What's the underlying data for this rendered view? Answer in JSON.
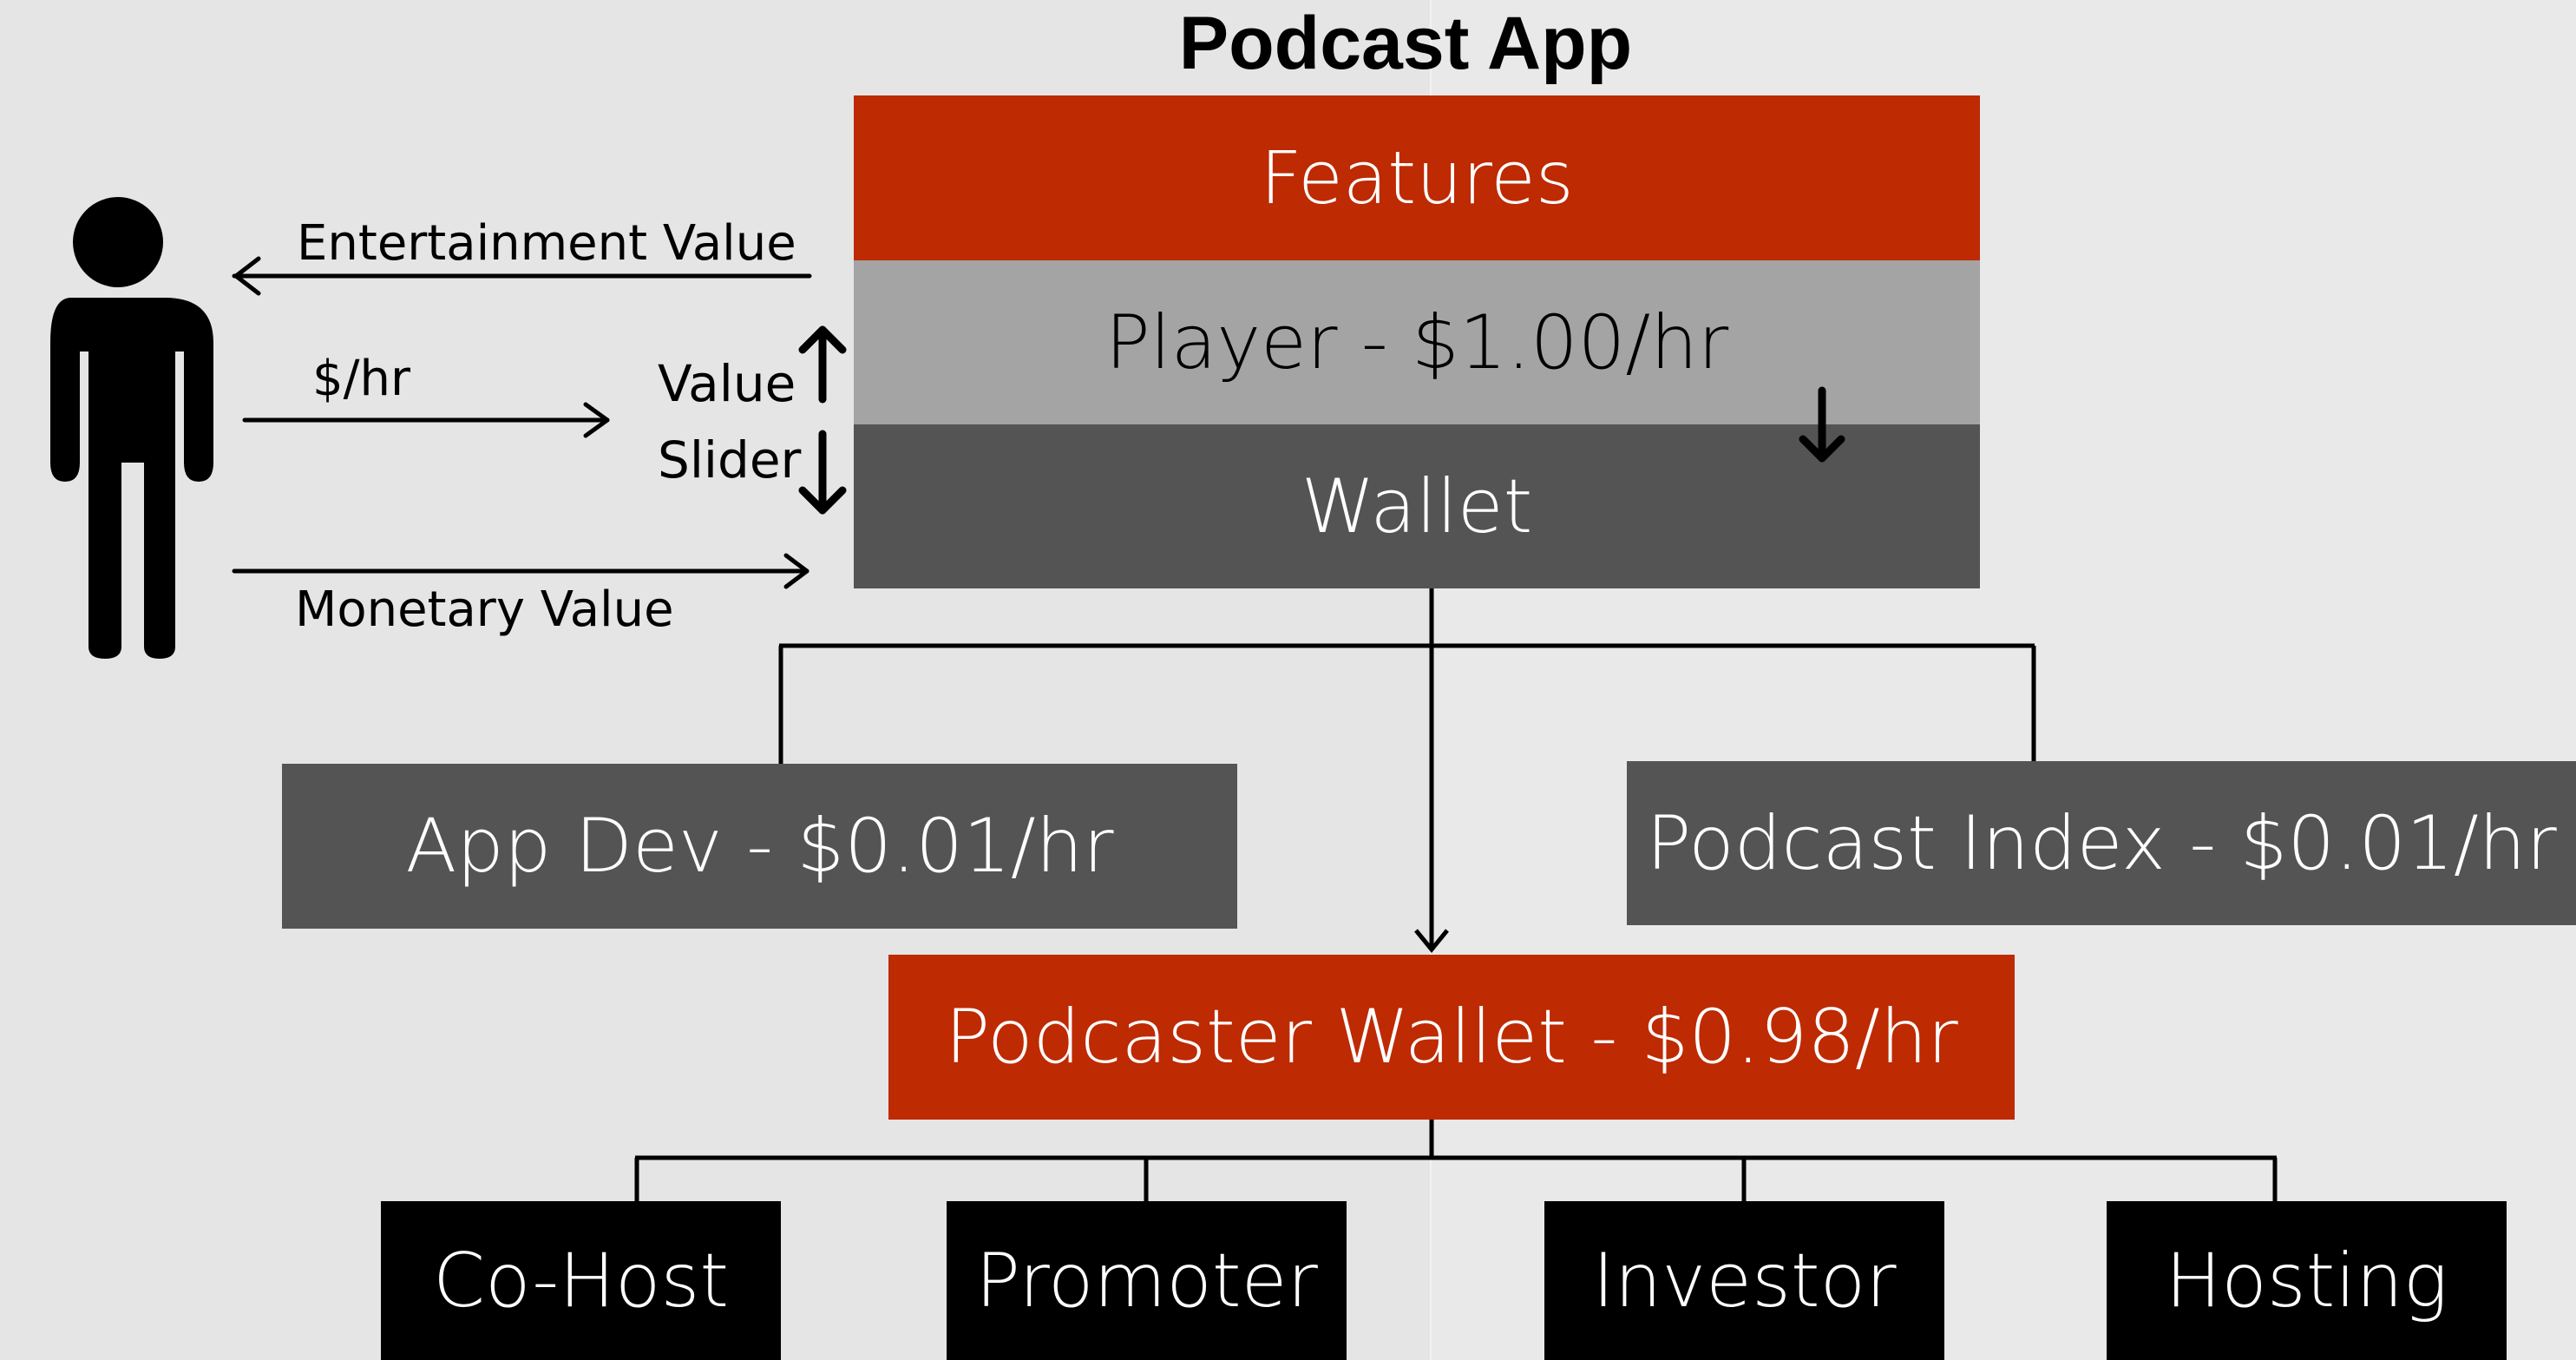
{
  "title": "Podcast App",
  "stack": {
    "features": "Features",
    "player": "Player - $1.00/hr",
    "wallet": "Wallet"
  },
  "listener": {
    "entertainment_value": "Entertainment Value",
    "rate": "$/hr",
    "monetary_value": "Monetary Value",
    "value_slider": [
      "Value",
      "Slider"
    ]
  },
  "splits": {
    "app_dev": "App Dev - $0.01/hr",
    "podcast_index": "Podcast Index - $0.01/hr",
    "podcaster_wallet": "Podcaster Wallet - $0.98/hr"
  },
  "recipients": [
    "Co-Host",
    "Promoter",
    "Investor",
    "Hosting"
  ],
  "colors": {
    "red": "#be2a02",
    "light_gray": "#a4a4a4",
    "dark_gray": "#545454",
    "black": "#000000",
    "background": "#e6e6e6"
  },
  "icons": {
    "person": "person-icon",
    "arrow_left": "arrow-left-icon",
    "arrow_right": "arrow-right-icon",
    "arrow_up": "arrow-up-icon",
    "arrow_down": "arrow-down-icon"
  }
}
